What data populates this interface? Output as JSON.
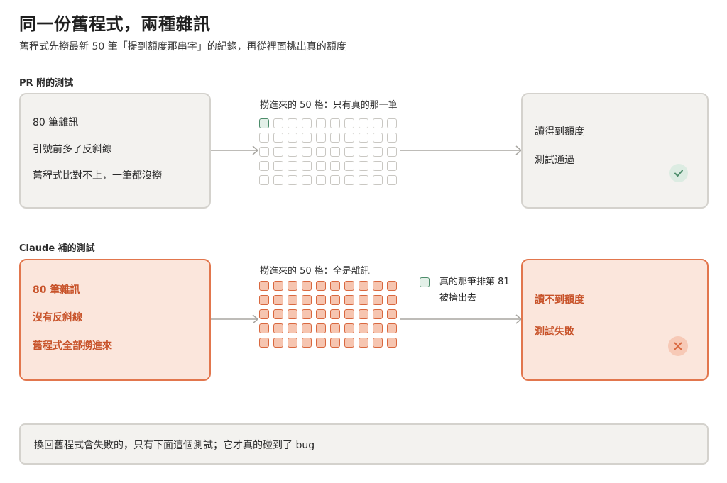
{
  "header": {
    "title": "同一份舊程式，兩種雜訊",
    "subtitle": "舊程式先撈最新 50 筆「提到額度那串字」的紀錄，再從裡面挑出真的額度"
  },
  "pr_test": {
    "label": "PR 附的測試",
    "input_lines": [
      "80 筆雜訊",
      "引號前多了反斜線",
      "舊程式比對不上，一筆都沒撈"
    ],
    "grid_caption": "撈進來的 50 格：只有真的那一筆",
    "grid_count": 50,
    "true_count": 1,
    "result_lines": [
      "讀得到額度",
      "測試通過"
    ],
    "result_icon": "check-icon",
    "result_color": "#4c8c6a"
  },
  "claude_test": {
    "label": "Claude 補的測試",
    "input_lines": [
      "80 筆雜訊",
      "沒有反斜線",
      "舊程式全部撈進來"
    ],
    "grid_caption": "撈進來的 50 格：全是雜訊",
    "grid_count": 50,
    "true_count": 0,
    "side_note_lines": [
      "真的那筆排第 81",
      "被擠出去"
    ],
    "result_lines": [
      "讀不到額度",
      "測試失敗"
    ],
    "result_icon": "x-icon",
    "result_color": "#d9683f"
  },
  "footer": {
    "text": "換回舊程式會失敗的，只有下面這個測試；它才真的碰到了 bug"
  }
}
